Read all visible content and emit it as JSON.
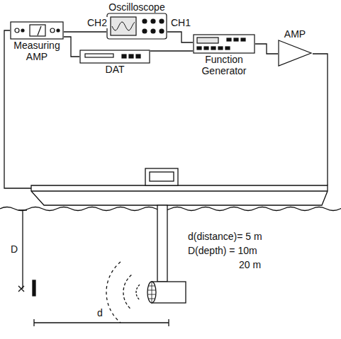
{
  "diagram": {
    "nodes": [
      {
        "text": [
          "Oscilloscope"
        ]
      },
      {
        "text": [
          "Measuring AMP"
        ]
      },
      {
        "text": [
          "DAT"
        ]
      },
      {
        "text": [
          "Function Generator"
        ]
      },
      {
        "text": [
          "AMP"
        ]
      }
    ],
    "edges": [
      {
        "from": 1,
        "to": 0,
        "arrow": "none"
      },
      {
        "from": 0,
        "to": 3,
        "arrow": "none"
      },
      {
        "from": 1,
        "to": 2,
        "arrow": "none"
      },
      {
        "from": 2,
        "to": 3,
        "arrow": "none"
      },
      {
        "from": 3,
        "to": 4,
        "arrow": "none"
      }
    ],
    "labels": [
      "CH2",
      "CH1",
      "d(distance)= 5 m",
      "D(depth) = 10m",
      "20 m",
      "D",
      "d"
    ]
  }
}
